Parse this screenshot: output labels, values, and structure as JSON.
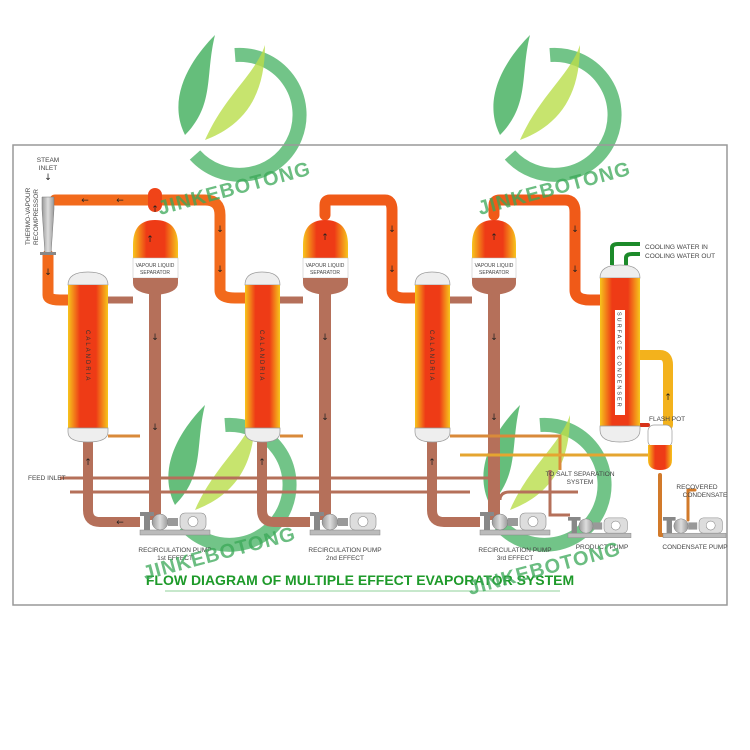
{
  "title": "FLOW DIAGRAM OF MULTIPLE EFFECT EVAPORATOR SYSTEM",
  "watermark": "JINKEBOTONG",
  "labels": {
    "steam_inlet_1": "STEAM",
    "steam_inlet_2": "INLET",
    "tvr_1": "THERMO-VAPOUR",
    "tvr_2": "RECOMPRESSOR",
    "separator_1": "VAPOUR LIQUID",
    "separator_2": "SEPARATOR",
    "calandria": "CALANDRIA",
    "surface_condenser": "SURFACE CONDENSER",
    "cooling_water_in": "COOLING WATER IN",
    "cooling_water_out": "COOLING WATER OUT",
    "flash_pot": "FLASH POT",
    "feed_inlet": "FEED INLET",
    "salt_sep_1": "TO SALT SEPARATION",
    "salt_sep_2": "SYSTEM",
    "recovered_1": "RECOVERED",
    "recovered_2": "CONDENSATE",
    "pump_1": "RECIRCULATION PUMP",
    "pump_1_sub": "1st EFFECT",
    "pump_2": "RECIRCULATION PUMP",
    "pump_2_sub": "2nd EFFECT",
    "pump_3": "RECIRCULATION PUMP",
    "pump_3_sub": "3rd EFFECT",
    "product_pump": "PRODUCT PUMP",
    "condensate_pump": "CONDENSATE PUMP"
  },
  "colors": {
    "hot_core": "#e8201a",
    "hot_edge": "#f7d21c",
    "liquid": "#b9735e",
    "cooling": "#1c8a2a",
    "title": "#1e9a2a"
  }
}
